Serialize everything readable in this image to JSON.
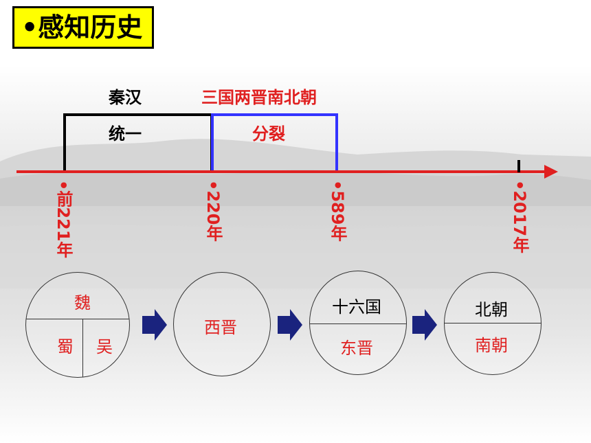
{
  "title": "•感知历史",
  "periods": {
    "unified_name": "秦汉",
    "unified_label": "统一",
    "divided_name": "三国两晋南北朝",
    "divided_label": "分裂"
  },
  "timeline_labels": [
    "•前221年",
    "•220年",
    "•589年",
    "•2017年"
  ],
  "circles": [
    {
      "top": "魏",
      "bottom_left": "蜀",
      "bottom_right": "吴"
    },
    {
      "center": "西晋"
    },
    {
      "top": "十六国",
      "bottom": "东晋"
    },
    {
      "top": "北朝",
      "bottom": "南朝"
    }
  ],
  "colors": {
    "accent_red": "#e02020",
    "blue": "#3333ff",
    "arrow_navy": "#1a237e",
    "title_yellow": "#ffff00"
  }
}
